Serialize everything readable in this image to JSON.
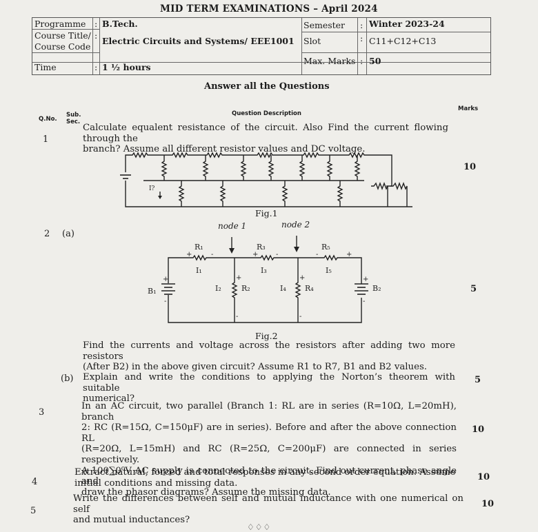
{
  "exam": {
    "title": "MID TERM EXAMINATIONS – April 2024"
  },
  "info": {
    "programme_label": "Programme",
    "programme_value": "B.Tech.",
    "course_title_label": "Course Title/",
    "course_code_label": "Course Code",
    "course_value": "Electric Circuits and Systems/ EEE1001",
    "time_label": "Time",
    "time_value": "1 ½ hours",
    "semester_label": "Semester",
    "semester_value": "Winter 2023-24",
    "slot_label": "Slot",
    "slot_value": "C11+C12+C13",
    "max_marks_label": "Max. Marks",
    "max_marks_value": "50",
    "colon": ":"
  },
  "instructions": "Answer all the Questions",
  "headers": {
    "qno": "Q.No.",
    "sub": "Sub.",
    "sec": "Sec.",
    "description": "Question Description",
    "marks": "Marks"
  },
  "questions": [
    {
      "number": "1",
      "lines": [
        "Calculate equalent resistance of the circuit. Also Find the current flowing through the",
        "branch? Assume all different resistor values and DC voltage."
      ],
      "figure": "Fig.1",
      "current_label": "I?",
      "marks": "10"
    },
    {
      "number": "2",
      "sub_a": "(a)",
      "figure": "Fig.2",
      "node1": "node 1",
      "node2": "node 2",
      "labels": {
        "B1": "B₁",
        "B2": "B₂",
        "R1": "R₁",
        "R2": "R₂",
        "R3": "R₃",
        "R4": "R₄",
        "R5": "R₅",
        "I1": "I₁",
        "I2": "I₂",
        "I3": "I₃",
        "I4": "I₄",
        "I5": "I₅",
        "plus": "+",
        "minus": "-"
      },
      "a_lines": [
        "Find the currents and voltage across the resistors after adding two more resistors",
        "(After B2) in the above given circuit? Assume R1 to R7, B1 and B2 values."
      ],
      "a_marks": "5",
      "sub_b": "(b)",
      "b_lines": [
        "Explain and write the conditions to applying the Norton’s theorem with suitable",
        "numerical?"
      ],
      "b_marks": "5"
    },
    {
      "number": "3",
      "lines": [
        "In an AC circuit, two parallel (Branch 1: RL are in series (R=10Ω, L=20mH), branch",
        "2: RC (R=15Ω, C=150μF) are in series). Before and after the above connection RL",
        "(R=20Ω, L=15mH) and RC (R=25Ω, C=200μF) are connected in series respectively.",
        "A 100∑0⁰V AC supply is connected to the circuit. Find out current, phase angle and",
        "draw the phasor diagrams? Assume the missing data."
      ],
      "marks": "10"
    },
    {
      "number": "4",
      "lines": [
        "Extract natural, forced and total responses in any second order equation. Assume",
        "initial conditions and missing data."
      ],
      "marks": "10"
    },
    {
      "number": "5",
      "lines": [
        "Write the differences between self and mutual inductance with one numerical on self",
        "and mutual inductances?"
      ],
      "marks": "10"
    }
  ],
  "footer_mark": "♢♢♢"
}
